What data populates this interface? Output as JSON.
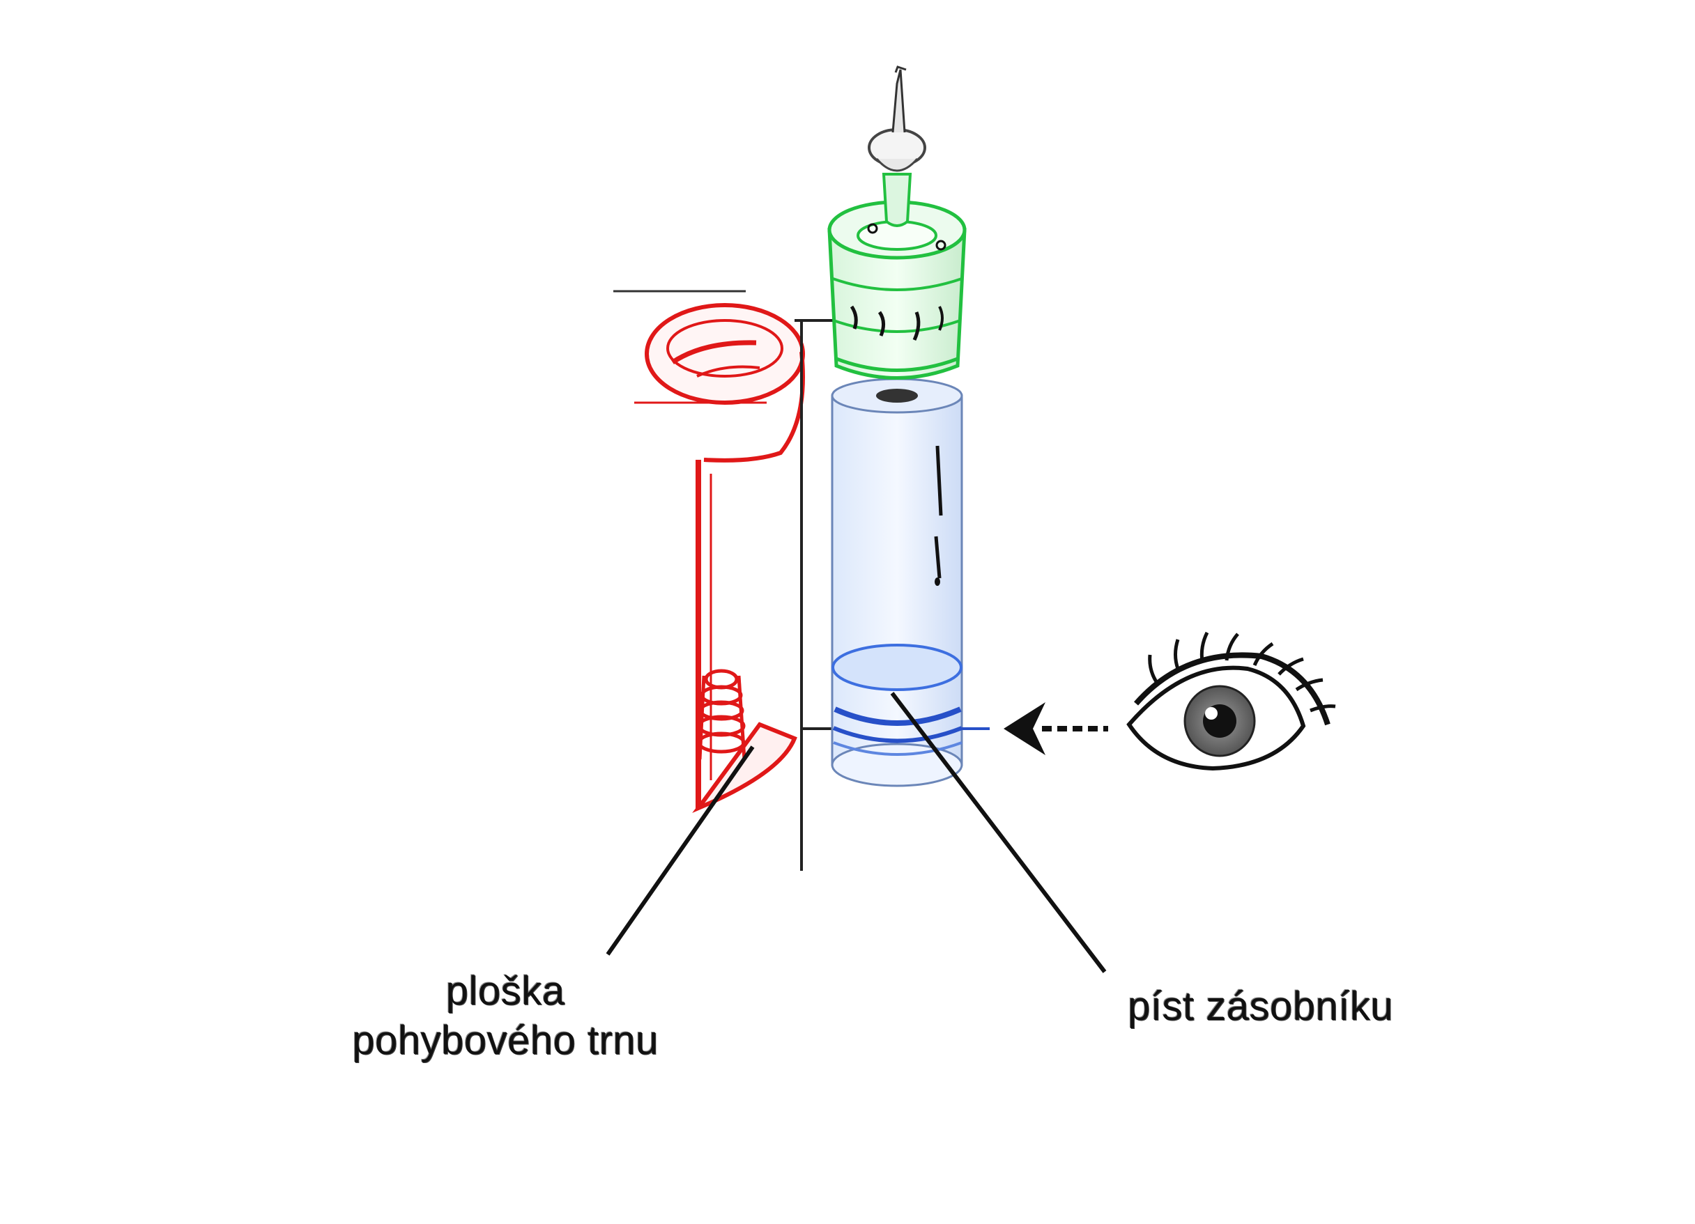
{
  "labels": {
    "spindle_flat_line1": "ploška",
    "spindle_flat_line2": "pohybového trnu",
    "cartridge_plunger": "píst zásobníku"
  },
  "colors": {
    "mechanism": "#e01818",
    "cartridge": "#4a7fe6",
    "needle_cap": "#22c040",
    "outline": "#111111"
  }
}
